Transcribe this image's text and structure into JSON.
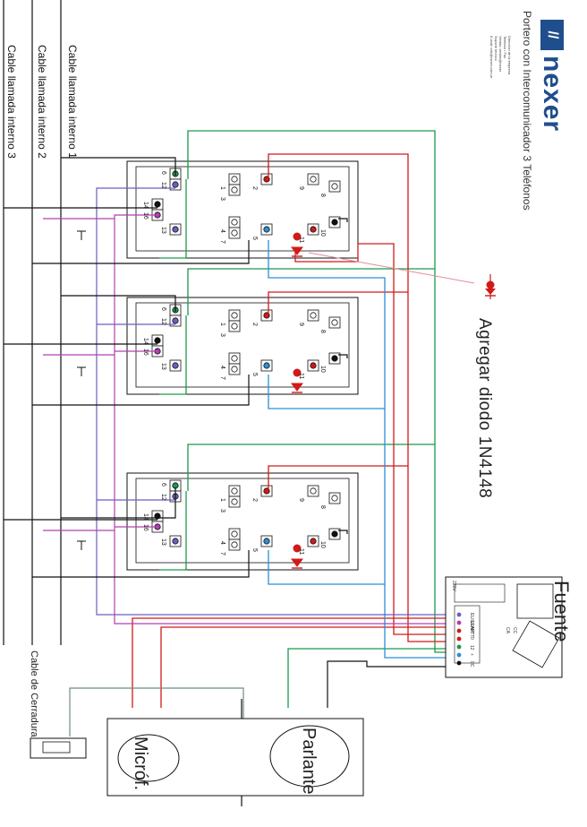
{
  "header": {
    "brand": "nexer",
    "subtitle": "Portero con Intercomunicador 3 Teléfonos",
    "contact_lines": [
      "Dirección de la empresa",
      "Teléfono / Fax",
      "Ventas: ventas@nexer",
      "Soporte técnico",
      "E-mail: info@nexer.com.ar"
    ]
  },
  "cables": [
    {
      "id": "1",
      "label": "Cable llamada interno 1"
    },
    {
      "id": "2",
      "label": "Cable llamada interno 2"
    },
    {
      "id": "3",
      "label": "Cable llamada interno 3"
    }
  ],
  "note": {
    "text": "Agregar diodo 1N4148"
  },
  "phone_terminals": {
    "left_col": [
      "6",
      "12",
      "14",
      "16",
      "13"
    ],
    "mid_col": [
      "1",
      "3",
      "4",
      "7"
    ],
    "right_col": [
      "2",
      "5",
      "9",
      "11",
      "8",
      "10"
    ]
  },
  "power_supply": {
    "label": "Fuente",
    "terminals": [
      "ELIGRA",
      "LLAM",
      "PTT",
      "0",
      "12",
      "+",
      "0C"
    ],
    "side_labels": [
      "CA",
      "CC"
    ],
    "small_label": "220V"
  },
  "door_unit": {
    "mic_label": "Micróf.",
    "speaker_label": "Parlante"
  },
  "lock": {
    "label": "Cable de Cerradura"
  },
  "colors": {
    "green": "#1a9a4a",
    "red": "#d11a1a",
    "blue": "#2a8fd8",
    "purple": "#6b5fc0",
    "magenta": "#b040b0",
    "black": "#111111",
    "gray": "#6c8f7c",
    "pink": "#e58a9a",
    "brand": "#1f4e8c"
  }
}
